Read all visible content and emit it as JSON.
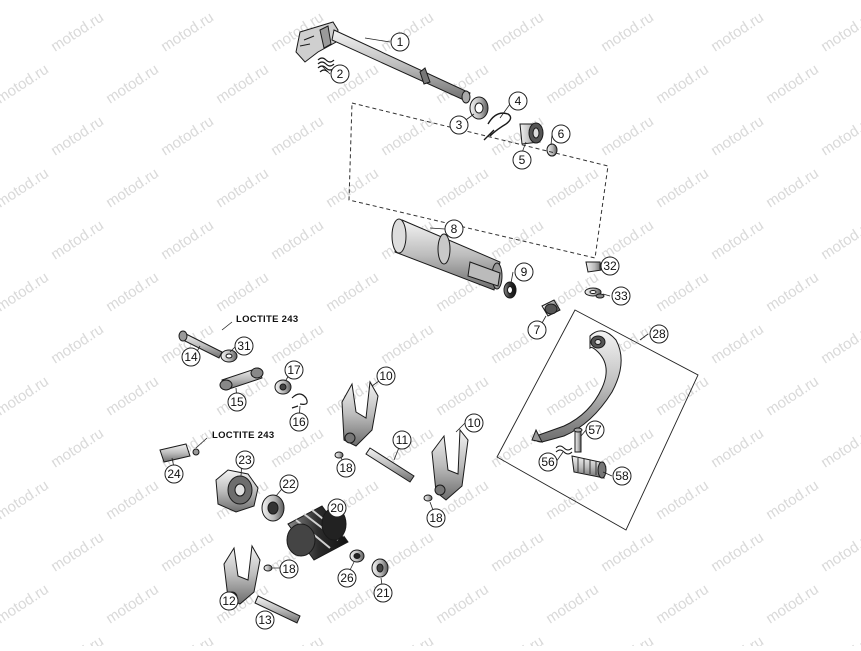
{
  "watermark": {
    "text": "motod.ru",
    "color": "#d6d6d6"
  },
  "notes": [
    {
      "id": "loctite-1",
      "text": "LOCTITE 243"
    },
    {
      "id": "loctite-2",
      "text": "LOCTITE 243"
    }
  ],
  "callouts": [
    {
      "id": "c1",
      "label": "1"
    },
    {
      "id": "c2",
      "label": "2"
    },
    {
      "id": "c3",
      "label": "3"
    },
    {
      "id": "c4",
      "label": "4"
    },
    {
      "id": "c5",
      "label": "5"
    },
    {
      "id": "c6",
      "label": "6"
    },
    {
      "id": "c7",
      "label": "7"
    },
    {
      "id": "c8",
      "label": "8"
    },
    {
      "id": "c9",
      "label": "9"
    },
    {
      "id": "c10a",
      "label": "10"
    },
    {
      "id": "c10b",
      "label": "10"
    },
    {
      "id": "c11",
      "label": "11"
    },
    {
      "id": "c12",
      "label": "12"
    },
    {
      "id": "c13",
      "label": "13"
    },
    {
      "id": "c14",
      "label": "14"
    },
    {
      "id": "c15",
      "label": "15"
    },
    {
      "id": "c16",
      "label": "16"
    },
    {
      "id": "c17",
      "label": "17"
    },
    {
      "id": "c18a",
      "label": "18"
    },
    {
      "id": "c18b",
      "label": "18"
    },
    {
      "id": "c18c",
      "label": "18"
    },
    {
      "id": "c20",
      "label": "20"
    },
    {
      "id": "c21",
      "label": "21"
    },
    {
      "id": "c22",
      "label": "22"
    },
    {
      "id": "c23",
      "label": "23"
    },
    {
      "id": "c24",
      "label": "24"
    },
    {
      "id": "c26",
      "label": "26"
    },
    {
      "id": "c28",
      "label": "28"
    },
    {
      "id": "c31",
      "label": "31"
    },
    {
      "id": "c32",
      "label": "32"
    },
    {
      "id": "c33",
      "label": "33"
    },
    {
      "id": "c56",
      "label": "56"
    },
    {
      "id": "c57",
      "label": "57"
    },
    {
      "id": "c58",
      "label": "58"
    }
  ]
}
